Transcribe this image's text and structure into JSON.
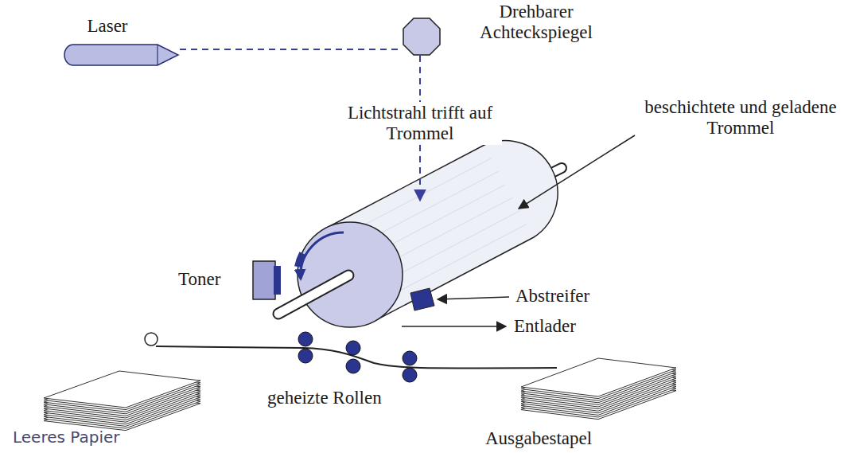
{
  "diagram": {
    "nodes": [
      {
        "text": [
          "Laser"
        ]
      },
      {
        "text": [
          "Drehbarer Achteckspiegel"
        ]
      },
      {
        "text": [
          "beschichtete und geladene Trommel"
        ]
      }
    ],
    "edges": [
      {
        "from": 0,
        "to": 1,
        "arrow": "none"
      },
      {
        "from": 1,
        "to": 2,
        "arrow": "to",
        "label": "Lichtstrahl trifft auf Trommel"
      }
    ],
    "labels": [
      "Toner",
      "Abstreifer",
      "Entlader",
      "geheizte Rollen",
      "Leeres Papier",
      "Ausgabestapel"
    ]
  }
}
